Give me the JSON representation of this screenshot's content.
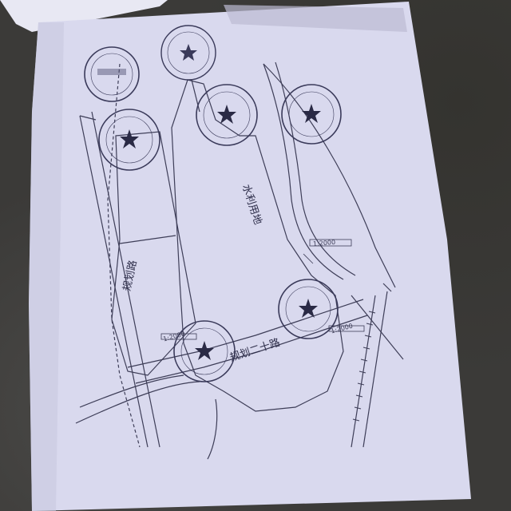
{
  "labels": {
    "water_land": "水利用地",
    "road_left": "规划路",
    "road_bottom": "规划二十路",
    "dim_1": "1:2000",
    "dim_2": "1:2000",
    "dim_3": "1:2000"
  },
  "colors": {
    "paper": "#dcdcf0",
    "paper_shade": "#c9c8e0",
    "ink": "#3c3c55",
    "seal_ink": "#3a3a5a",
    "background": "#3b3a38"
  },
  "seals": [
    {
      "name": "seal-top-left"
    },
    {
      "name": "seal-top-center"
    },
    {
      "name": "seal-upper-left"
    },
    {
      "name": "seal-upper-center"
    },
    {
      "name": "seal-upper-right"
    },
    {
      "name": "seal-lower-right"
    },
    {
      "name": "seal-lower-center"
    }
  ]
}
